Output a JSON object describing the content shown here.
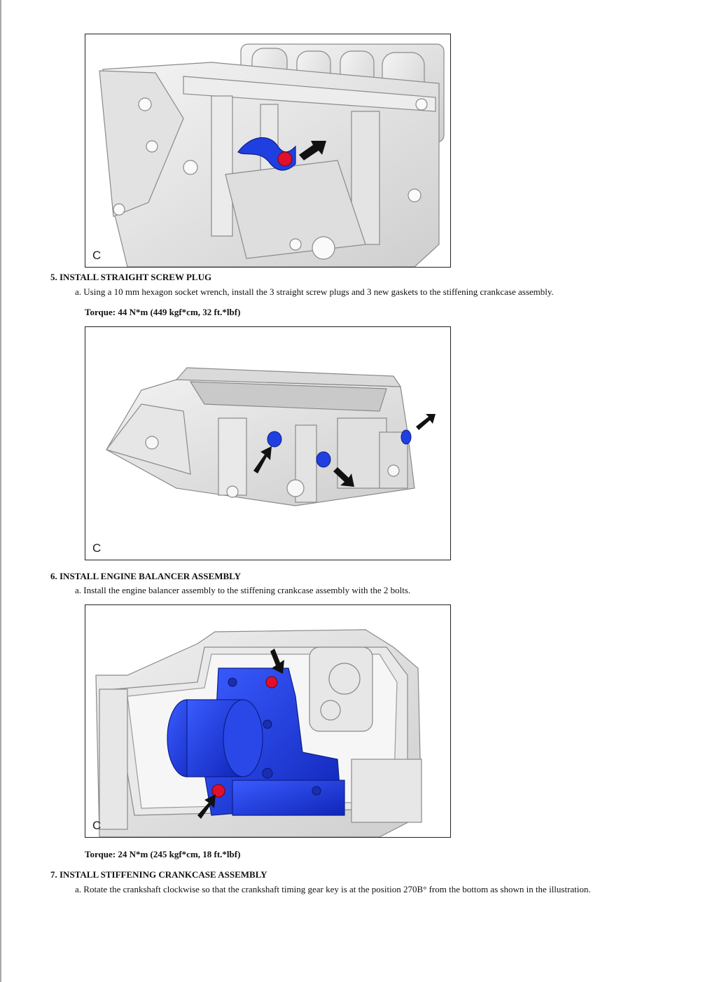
{
  "figures": [
    {
      "letter": "C"
    },
    {
      "letter": "C"
    },
    {
      "letter": "C"
    }
  ],
  "steps": [
    {
      "number": "5.",
      "title": "INSTALL STRAIGHT SCREW PLUG",
      "substeps": [
        "a. Using a 10 mm hexagon socket wrench, install the 3 straight screw plugs and 3 new gaskets to the stiffening crankcase assembly."
      ],
      "torque": "Torque: 44 N*m (449 kgf*cm, 32 ft.*lbf)"
    },
    {
      "number": "6.",
      "title": "INSTALL ENGINE BALANCER ASSEMBLY",
      "substeps": [
        "a. Install the engine balancer assembly to the stiffening crankcase assembly with the 2 bolts."
      ],
      "torque": "Torque: 24 N*m (245 kgf*cm, 18 ft.*lbf)"
    },
    {
      "number": "7.",
      "title": "INSTALL STIFFENING CRANKCASE ASSEMBLY",
      "substeps": [
        "a. Rotate the crankshaft clockwise so that the crankshaft timing gear key is at the position 270B° from the bottom as shown in the illustration."
      ]
    }
  ],
  "colors": {
    "part_highlight": "#1f3fe0",
    "bolt_highlight": "#e0102a",
    "casting_gray": "#e6e6e6"
  }
}
